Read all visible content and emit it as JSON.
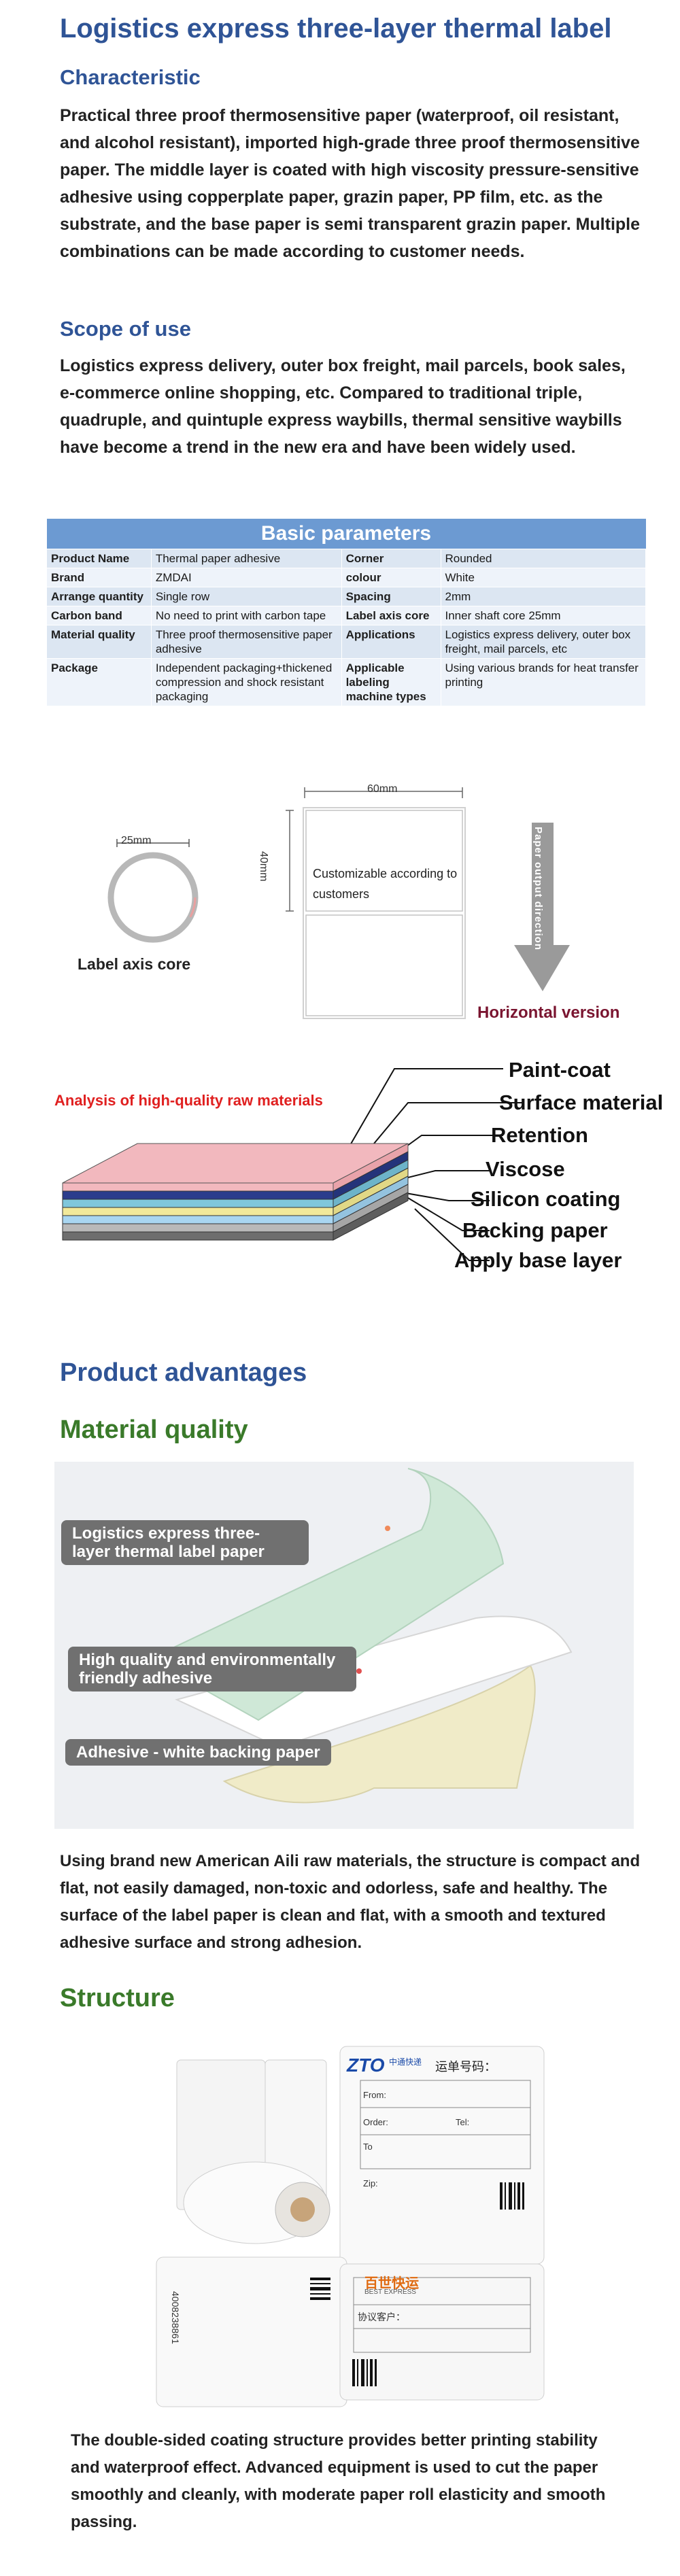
{
  "title": "Logistics express three-layer thermal label",
  "characteristic": {
    "heading": "Characteristic",
    "text": "Practical three proof thermosensitive paper (waterproof, oil resistant, and alcohol resistant), imported high-grade three proof thermosensitive paper. The middle layer is coated with high viscosity pressure-sensitive adhesive using copperplate paper, grazin paper, PP film, etc. as the substrate, and the base paper is semi transparent grazin paper. Multiple combinations can be made according to customer needs."
  },
  "scope": {
    "heading": "Scope of use",
    "text": "Logistics express delivery, outer box freight, mail parcels, book sales, e-commerce online shopping, etc. Compared to traditional triple, quadruple, and quintuple express waybills, thermal sensitive waybills have become a trend in the new era and have been widely used."
  },
  "params": {
    "title": "Basic parameters",
    "rows": [
      [
        "Product Name",
        "Thermal paper adhesive",
        "Corner",
        "Rounded"
      ],
      [
        "Brand",
        "ZMDAI",
        "colour",
        "White"
      ],
      [
        "Arrange quantity",
        "Single row",
        "Spacing",
        "2mm"
      ],
      [
        "Carbon band",
        "No need to print with carbon tape",
        "Label axis core",
        "Inner shaft core 25mm"
      ],
      [
        "Material quality",
        "Three proof thermosensitive paper adhesive",
        "Applications",
        "Logistics express delivery, outer box freight, mail parcels, etc"
      ],
      [
        "Package",
        "Independent packaging+thickened compression and shock resistant packaging",
        "Applicable labeling machine types",
        "Using various brands for heat transfer printing"
      ]
    ]
  },
  "diagram": {
    "core_dim": "25mm",
    "core_label": "Label axis core",
    "width_dim": "60mm",
    "height_dim": "40mm",
    "label_text": "Customizable according to customers",
    "arrow_text": "Paper output direction",
    "version": "Horizontal version"
  },
  "layers": {
    "analysis": "Analysis of high-quality raw materials",
    "items": [
      "Paint-coat",
      "Surface material",
      "Retention",
      "Viscose",
      "Silicon coating",
      "Backing paper",
      "Apply base layer"
    ]
  },
  "advantages": {
    "heading": "Product advantages",
    "material_heading": "Material quality",
    "pills": [
      "Logistics express three-layer thermal label paper",
      "High quality and environmentally friendly adhesive",
      "Adhesive - white backing paper"
    ],
    "material_text": "Using brand new American Aili raw materials, the structure is compact and flat, not easily damaged, non-toxic and odorless, safe and healthy. The surface of the label paper is clean and flat, with a smooth and textured adhesive surface and strong adhesion.",
    "structure_heading": "Structure",
    "structure_text": "The double-sided coating structure provides better printing stability and waterproof effect. Advanced equipment is used to cut the paper smoothly and cleanly, with moderate paper roll elasticity and smooth passing."
  },
  "rolls": {
    "zto": "ZTO",
    "zto_cn": "中通快递",
    "waybill": "运单号码：",
    "from": "From:",
    "order": "Order:",
    "tel": "Tel:",
    "to": "To",
    "zip": "Zip:",
    "best": "百世快运",
    "best_en": "BEST EXPRESS",
    "agreement": "协议客户：",
    "barcode_num": "4008238861"
  },
  "colors": {
    "accent_blue": "#2f5496",
    "green": "#3a7a2a",
    "table_header": "#6c9ad2",
    "red": "#e02020"
  }
}
